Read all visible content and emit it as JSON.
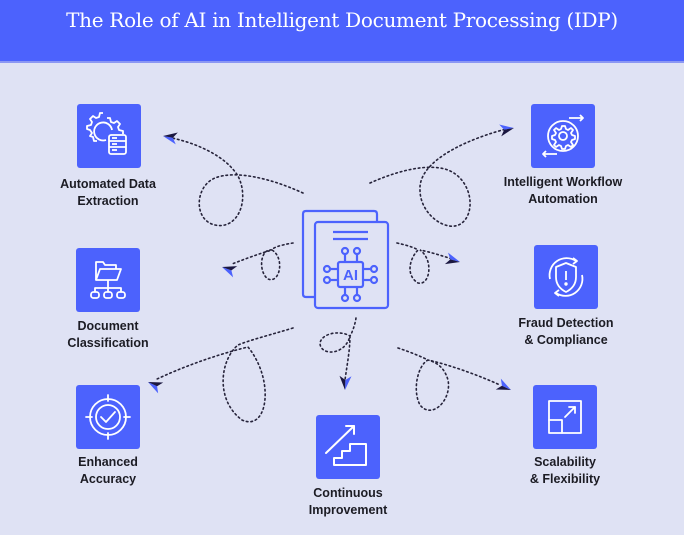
{
  "header": {
    "title": "The Role of AI in Intelligent Document Processing (IDP)"
  },
  "center": {
    "icon": "ai-document-icon",
    "chip_text": "AI"
  },
  "colors": {
    "header_bg": "#4c62fd",
    "page_bg": "#dfe2f4",
    "card_bg": "#4c62fd",
    "label_text": "#1c1c24",
    "arrow_light": "#4c62fd",
    "arrow_dark": "#1b1740"
  },
  "benefits": [
    {
      "icon": "gear-database-icon",
      "line1": "Automated Data",
      "line2": "Extraction"
    },
    {
      "icon": "gear-cycle-icon",
      "line1": "Intelligent Workflow",
      "line2": "Automation"
    },
    {
      "icon": "folder-hierarchy-icon",
      "line1": "Document",
      "line2": "Classification"
    },
    {
      "icon": "shield-alert-icon",
      "line1": "Fraud Detection",
      "line2": "& Compliance"
    },
    {
      "icon": "target-check-icon",
      "line1": "Enhanced",
      "line2": "Accuracy"
    },
    {
      "icon": "stairs-growth-icon",
      "line1": "Continuous",
      "line2": "Improvement"
    },
    {
      "icon": "scale-expand-icon",
      "line1": "Scalability",
      "line2": "& Flexibility"
    }
  ]
}
